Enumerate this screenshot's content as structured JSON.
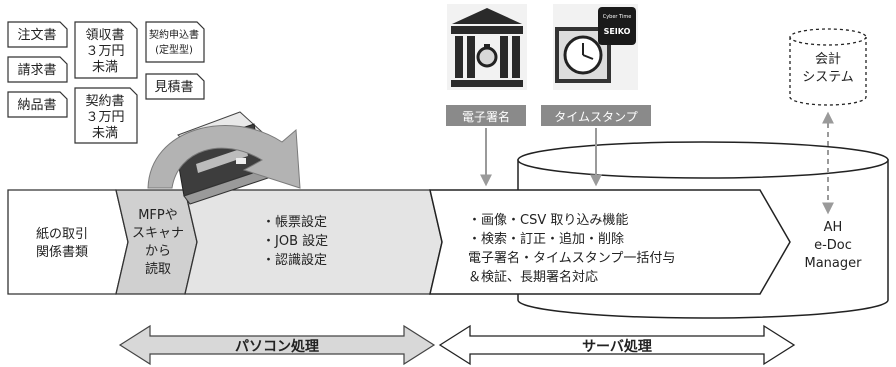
{
  "documents": {
    "order": "注文書",
    "invoice": "請求書",
    "delivery": "納品書",
    "receipt": [
      "領収書",
      "３万円",
      "未満"
    ],
    "contract": [
      "契約書",
      "３万円",
      "未満"
    ],
    "contract_application": [
      "契約申込書",
      "(定型型)"
    ],
    "estimate": "見積書"
  },
  "labels": {
    "signature": "電子署名",
    "timestamp": "タイムスタンプ",
    "accounting": [
      "会計",
      "システム"
    ],
    "seiko_brand": "SEIKO",
    "cyber_time": "Cyber Time"
  },
  "process": {
    "paper": [
      "紙の取引",
      "関係書類"
    ],
    "scan": [
      "MFPや",
      "スキャナ",
      "から",
      "読取"
    ],
    "settings": [
      "・帳票設定",
      "・JOB 設定",
      "・認識設定"
    ],
    "server_functions": [
      "・画像・CSV 取り込み機能",
      "・検索・訂正・追加・削除",
      "電子署名・タイムスタンプ一括付与",
      "＆検証、長期署名対応"
    ],
    "product": [
      "AH",
      "e-Doc",
      "Manager"
    ]
  },
  "bottom": {
    "pc": "パソコン処理",
    "server": "サーバ処理"
  }
}
